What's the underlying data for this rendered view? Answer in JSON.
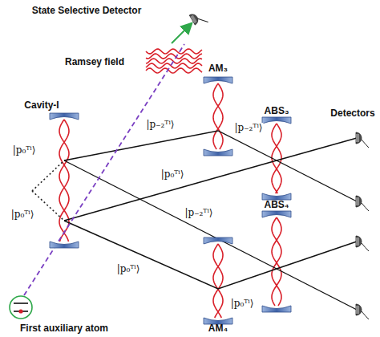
{
  "diagram": {
    "labels": [
      "State Selective Detector",
      "Ramsey field",
      "Cavity-I",
      "AM₃",
      "ABS₃",
      "Detectors",
      "|p₀ᵀⁱ⟩",
      "|p₋₂ᵀⁱ⟩",
      "|p₀ᵀⁱ⟩",
      "|p₋₂ᵀⁱ⟩",
      "|p₀ᵀⁱ⟩",
      "|p₋₂ᵀⁱ⟩",
      "ABS₄",
      "|p₀ᵀⁱ⟩",
      "|p₀ᵀⁱ⟩",
      "AM₄",
      "First auxiliary atom"
    ]
  }
}
